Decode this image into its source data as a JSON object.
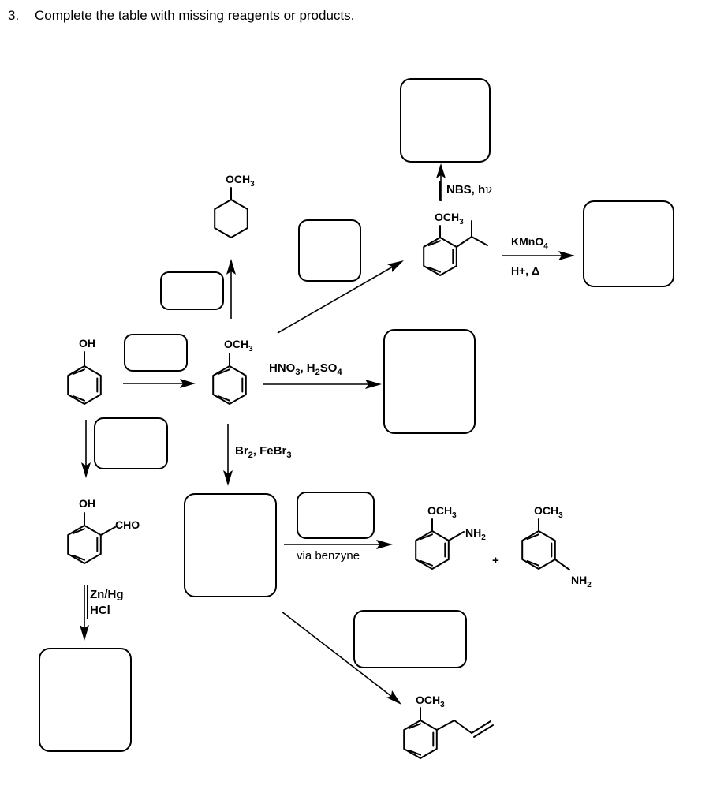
{
  "question": {
    "number": "3.",
    "text": "Complete the table with missing reagents or products."
  },
  "molecules": {
    "phenol": {
      "group": "OH"
    },
    "anisole": {
      "group": "OCH3"
    },
    "methoxycyclohexane": {
      "group": "OCH3"
    },
    "isopropylanisole": {
      "group": "OCH3"
    },
    "salicylaldehyde": {
      "group1": "OH",
      "group2": "CHO"
    },
    "ortho_anisidine": {
      "group1": "OCH3",
      "group2": "NH2"
    },
    "meta_anisidine": {
      "group1": "OCH3",
      "group2": "NH2"
    },
    "allylanisole": {
      "group": "OCH3"
    }
  },
  "reagents": {
    "nitration": "HNO3, H2SO4",
    "bromination": "Br2, FeBr3",
    "radical_bromination": "NBS, hv",
    "oxidation_top": "KMnO4",
    "oxidation_bottom": "H+, Δ",
    "clemmensen_line1": "Zn/Hg",
    "clemmensen_line2": "HCl",
    "benzyne": "via benzyne",
    "plus": "+"
  }
}
